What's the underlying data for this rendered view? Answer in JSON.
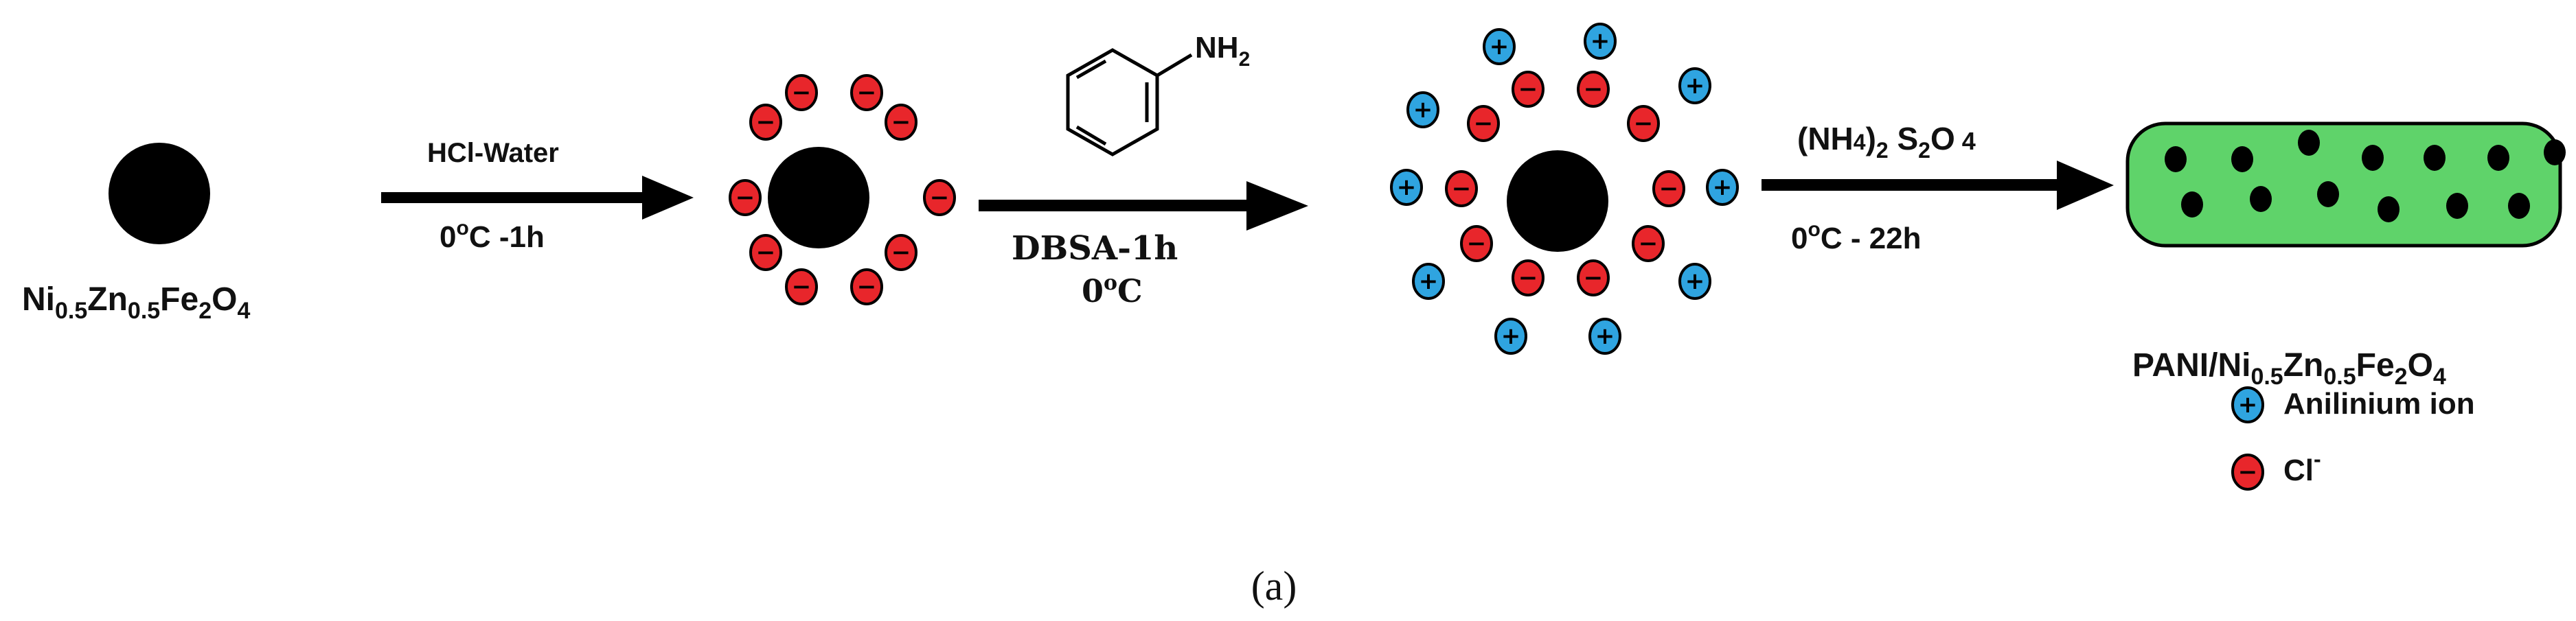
{
  "step1": {
    "compound_main": [
      "Ni",
      "Zn",
      "Fe",
      "O"
    ],
    "compound_subs": [
      "0.5",
      "0.5",
      "2",
      "4"
    ]
  },
  "arrow1": {
    "top": "HCl-Water",
    "bottom_num": "0",
    "bottom_unit": "C",
    "bottom_time": " -1h",
    "degree": "o"
  },
  "arrow2": {
    "reagent_group": "NH",
    "reagent_sub": "2",
    "bottom1": "DBSA-1h",
    "bottom2_num": "0",
    "bottom2_unit": "C",
    "degree": "o"
  },
  "arrow3": {
    "top_parts": [
      "(NH",
      "4",
      ")",
      "2",
      " S",
      "2",
      "O",
      " 4"
    ],
    "bottom_num": "0",
    "bottom_unit": "C",
    "bottom_time": " - 22h",
    "degree": "o"
  },
  "product": {
    "prefix": "PANI/",
    "main": [
      "Ni",
      "Zn",
      "Fe",
      "O"
    ],
    "subs": [
      "0.5",
      "0.5",
      "2",
      "4"
    ]
  },
  "legend": {
    "anilinium": "Anilinium ion",
    "chloride": "Cl",
    "chloride_sup": "-"
  },
  "charge_symbols": {
    "plus": "+",
    "minus": "−"
  },
  "caption": "(a)",
  "colors": {
    "particle": "#000000",
    "anion": "#e8262b",
    "cation": "#2fa4e0",
    "polymer": "#5fd36a",
    "arrow": "#000000"
  }
}
